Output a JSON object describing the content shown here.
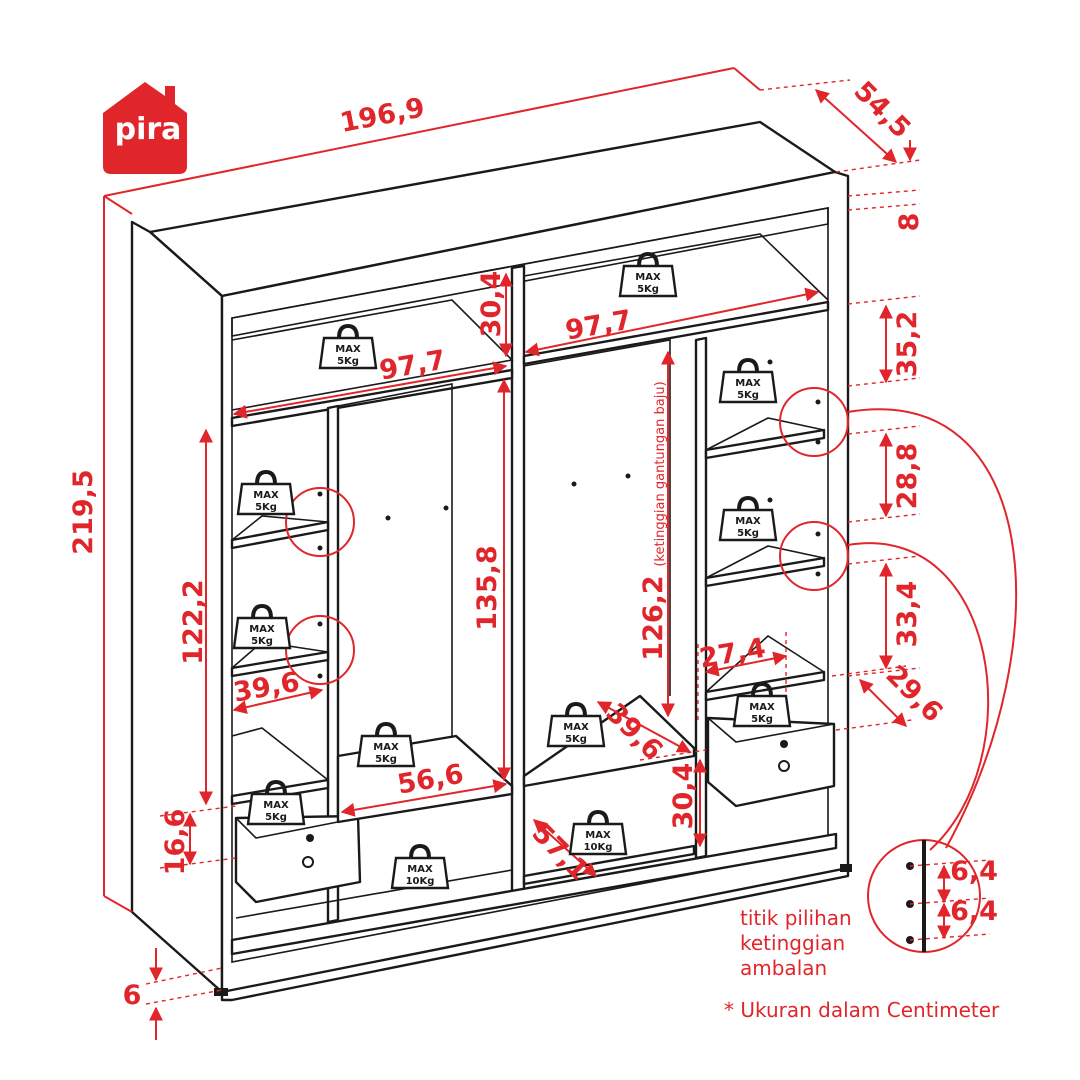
{
  "brand": {
    "logo_text": "pira",
    "color": "#e0262b"
  },
  "dimensions": {
    "total_width": "196,9",
    "depth": "54,5",
    "total_height": "219,5",
    "top_panel": "8",
    "top_shelf_height": "30,4",
    "top_shelf_width_left": "97,7",
    "top_shelf_width_right": "97,7",
    "right_top_compartment": "35,2",
    "right_shelf_gap": "28,8",
    "right_lower_gap": "33,4",
    "right_inner_width": "27,4",
    "right_shelf_depth": "29,6",
    "left_column_height": "122,2",
    "left_shelf_depth": "39,6",
    "hanging_height_left": "135,8",
    "hanging_height_right": "126,2",
    "hanging_note": "(ketinggian gantungan baju)",
    "center_shelf_width": "56,6",
    "center_shelf_depth": "39,6",
    "bottom_compartment": "30,4",
    "bottom_shelf_depth": "57,1",
    "drawer_height": "16,6",
    "plinth": "6",
    "peg_spacing_1": "6,4",
    "peg_spacing_2": "6,4"
  },
  "weights": {
    "max_label": "MAX",
    "five_kg": "5Kg",
    "ten_kg": "10Kg"
  },
  "notes": {
    "peg_label_line1": "titik pilihan",
    "peg_label_line2": "ketinggian",
    "peg_label_line3": "ambalan",
    "units": "* Ukuran dalam Centimeter"
  }
}
